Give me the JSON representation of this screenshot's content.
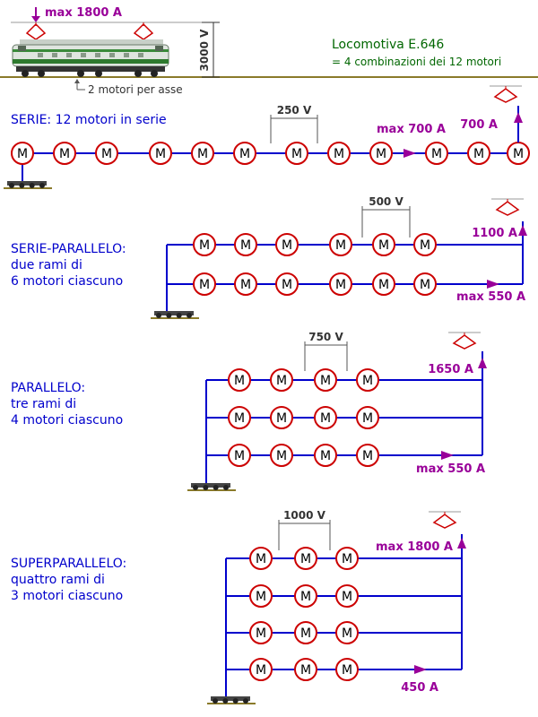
{
  "header": {
    "max_current": "max 1800 A",
    "voltage": "3000 V",
    "title": "Locomotiva E.646",
    "subtitle": "= 4 combinazioni dei 12 motori",
    "axle_note": "2 motori per asse"
  },
  "motor_label": "M",
  "colors": {
    "wire": "#0000cc",
    "motor": "#cc0000",
    "accent": "#990099",
    "text_blue": "#0000cc",
    "title_green": "#006600",
    "ground": "#8a7a2a"
  },
  "sections": [
    {
      "id": "serie",
      "label_lines": [
        "SERIE: 12 motori in serie"
      ],
      "motors_per_branch": 12,
      "branches": 1,
      "volt_per_motor": "250 V",
      "annotations": {
        "top_current": "700 A",
        "branch_current": "max 700 A"
      }
    },
    {
      "id": "serie-parallelo",
      "label_lines": [
        "SERIE-PARALLELO:",
        "due rami di",
        "6 motori ciascuno"
      ],
      "motors_per_branch": 6,
      "branches": 2,
      "volt_per_motor": "500 V",
      "annotations": {
        "top_current": "1100 A",
        "branch_current": "max 550 A"
      }
    },
    {
      "id": "parallelo",
      "label_lines": [
        "PARALLELO:",
        "tre rami di",
        "4 motori ciascuno"
      ],
      "motors_per_branch": 4,
      "branches": 3,
      "volt_per_motor": "750 V",
      "annotations": {
        "top_current": "1650 A",
        "branch_current": "max 550 A"
      }
    },
    {
      "id": "superparallelo",
      "label_lines": [
        "SUPERPARALLELO:",
        "quattro rami di",
        "3 motori ciascuno"
      ],
      "motors_per_branch": 3,
      "branches": 4,
      "volt_per_motor": "1000 V",
      "annotations": {
        "top_current": "max 1800 A",
        "branch_current": "450 A"
      }
    }
  ]
}
